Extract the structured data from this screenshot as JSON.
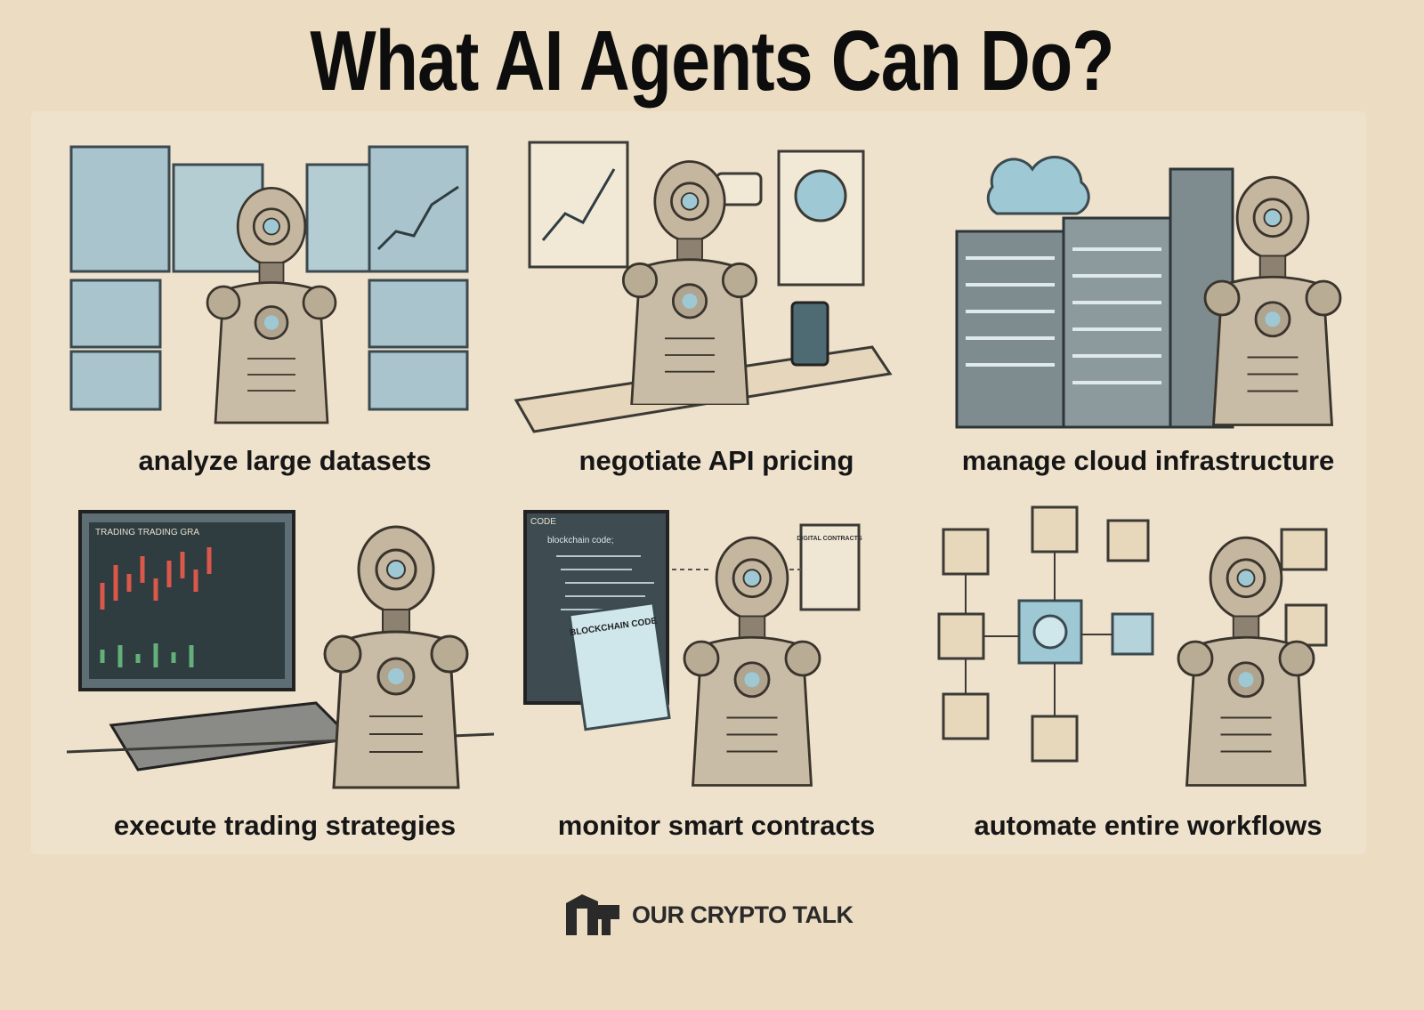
{
  "title": "What AI Agents Can Do?",
  "panels": [
    {
      "caption": "analyze large datasets",
      "icon": "robot-data-screens"
    },
    {
      "caption": "negotiate API pricing",
      "icon": "robot-negotiation-desk"
    },
    {
      "caption": "manage cloud infrastructure",
      "icon": "robot-server-racks"
    },
    {
      "caption": "execute trading strategies",
      "icon": "robot-trading-terminal",
      "screen_label": "TRADING TRADING GRA"
    },
    {
      "caption": "monitor smart contracts",
      "icon": "robot-code-monitor",
      "screen_label": "CODE",
      "code_line": "blockchain code;",
      "tablet_label": "BLOCKCHAIN CODE",
      "doc_label": "DIGITAL CONTRACTS"
    },
    {
      "caption": "automate entire workflows",
      "icon": "robot-workflow-diagram"
    }
  ],
  "brand": {
    "name": "OUR CRYPTO TALK"
  },
  "colors": {
    "background": "#ecdcc2",
    "screen": "#8fb3bf",
    "robot": "#b8ab95",
    "ink": "#111111"
  }
}
